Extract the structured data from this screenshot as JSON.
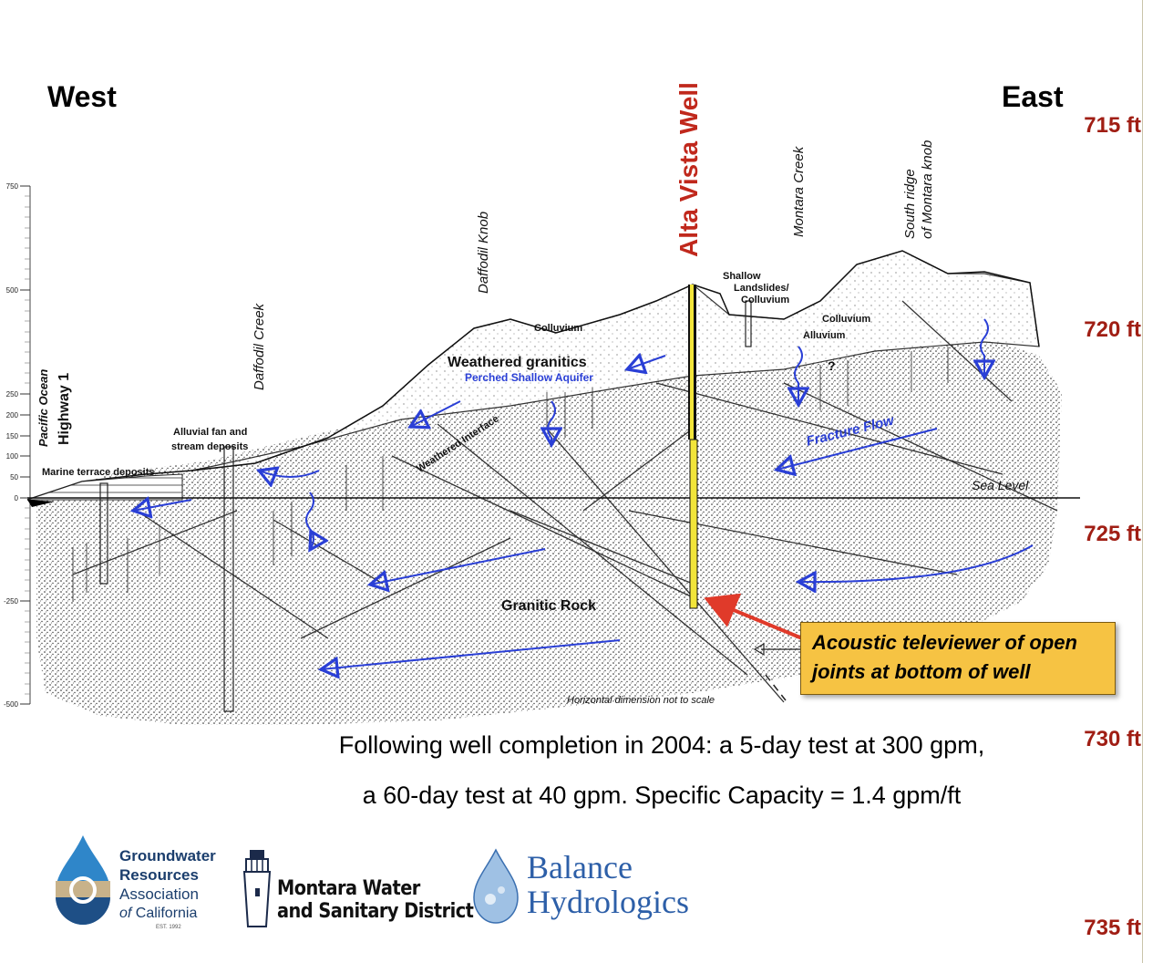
{
  "header": {
    "west_label": "West",
    "east_label": "East"
  },
  "depth_scale": [
    "715 ft",
    "720 ft",
    "725 ft",
    "730 ft",
    "735 ft"
  ],
  "elevation_axis": {
    "ticks": [
      "750",
      "500",
      "250",
      "200",
      "150",
      "100",
      "50",
      "0",
      "-250",
      "-500"
    ]
  },
  "section": {
    "well_label": "Alta Vista Well",
    "place_labels": {
      "pacific_ocean": "Pacific Ocean",
      "highway": "Highway 1",
      "daffodil_creek": "Daffodil Creek",
      "daffodil_knob": "Daffodil Knob",
      "montara_creek": "Montara Creek",
      "south_ridge_1": "South ridge",
      "south_ridge_2": "of Montara knob"
    },
    "unit_labels": {
      "marine_terrace": "Marine terrace deposits",
      "alluvial_fan_1": "Alluvial fan and",
      "alluvial_fan_2": "stream deposits",
      "colluvium_left": "Colluvium",
      "weathered_granitics": "Weathered granitics",
      "perched_aquifer": "Perched Shallow Aquifer",
      "weathered_interface": "Weathered Interface",
      "shallow_landslides_1": "Shallow",
      "shallow_landslides_2": "Landslides/",
      "shallow_landslides_3": "Colluvium",
      "colluvium_right": "Colluvium",
      "alluvium": "Alluvium",
      "fracture_flow": "Fracture Flow",
      "sea_level": "Sea Level",
      "granitic_rock": "Granitic Rock",
      "scale_note": "Horizontal dimension not to scale",
      "question_mark": "?"
    },
    "colors": {
      "well_casing": "#f2e53a",
      "well_label": "#c0281c",
      "flow_arrow": "#2a3fd6",
      "callout_arrow": "#e03a2a"
    }
  },
  "callout": {
    "line1": "Acoustic televiewer of open",
    "line2": "joints at bottom of well"
  },
  "caption": {
    "line1": "Following well completion in 2004: a 5-day test at 300 gpm,",
    "line2": "a 60-day test at 40 gpm. Specific Capacity = 1.4 gpm/ft"
  },
  "logos": {
    "gra": {
      "line1": "Groundwater",
      "line2": "Resources",
      "line3": "Association",
      "line4_prefix": "of",
      "line4": "California",
      "est": "EST. 1992"
    },
    "montara": {
      "line1": "Montara Water",
      "line2": "and Sanitary District"
    },
    "balance": {
      "line1": "Balance",
      "line2": "Hydrologics"
    }
  }
}
